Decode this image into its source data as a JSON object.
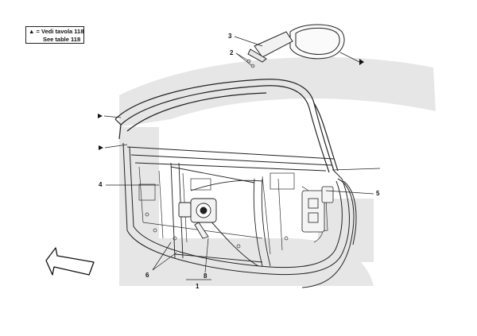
{
  "legend": {
    "symbol": "▲",
    "equals": "=",
    "line1": "Vedi tavola 118",
    "line2": "See table 118"
  },
  "callouts": [
    {
      "id": "callout-3",
      "label": "3"
    },
    {
      "id": "callout-2",
      "label": "2"
    },
    {
      "id": "callout-4",
      "label": "4"
    },
    {
      "id": "callout-5",
      "label": "5"
    },
    {
      "id": "callout-6",
      "label": "6"
    },
    {
      "id": "callout-8",
      "label": "8"
    },
    {
      "id": "callout-1",
      "label": "1"
    }
  ],
  "colors": {
    "watermark": "#e8e8e8",
    "line": "#222222",
    "part_fill": "#f4f4f4"
  }
}
